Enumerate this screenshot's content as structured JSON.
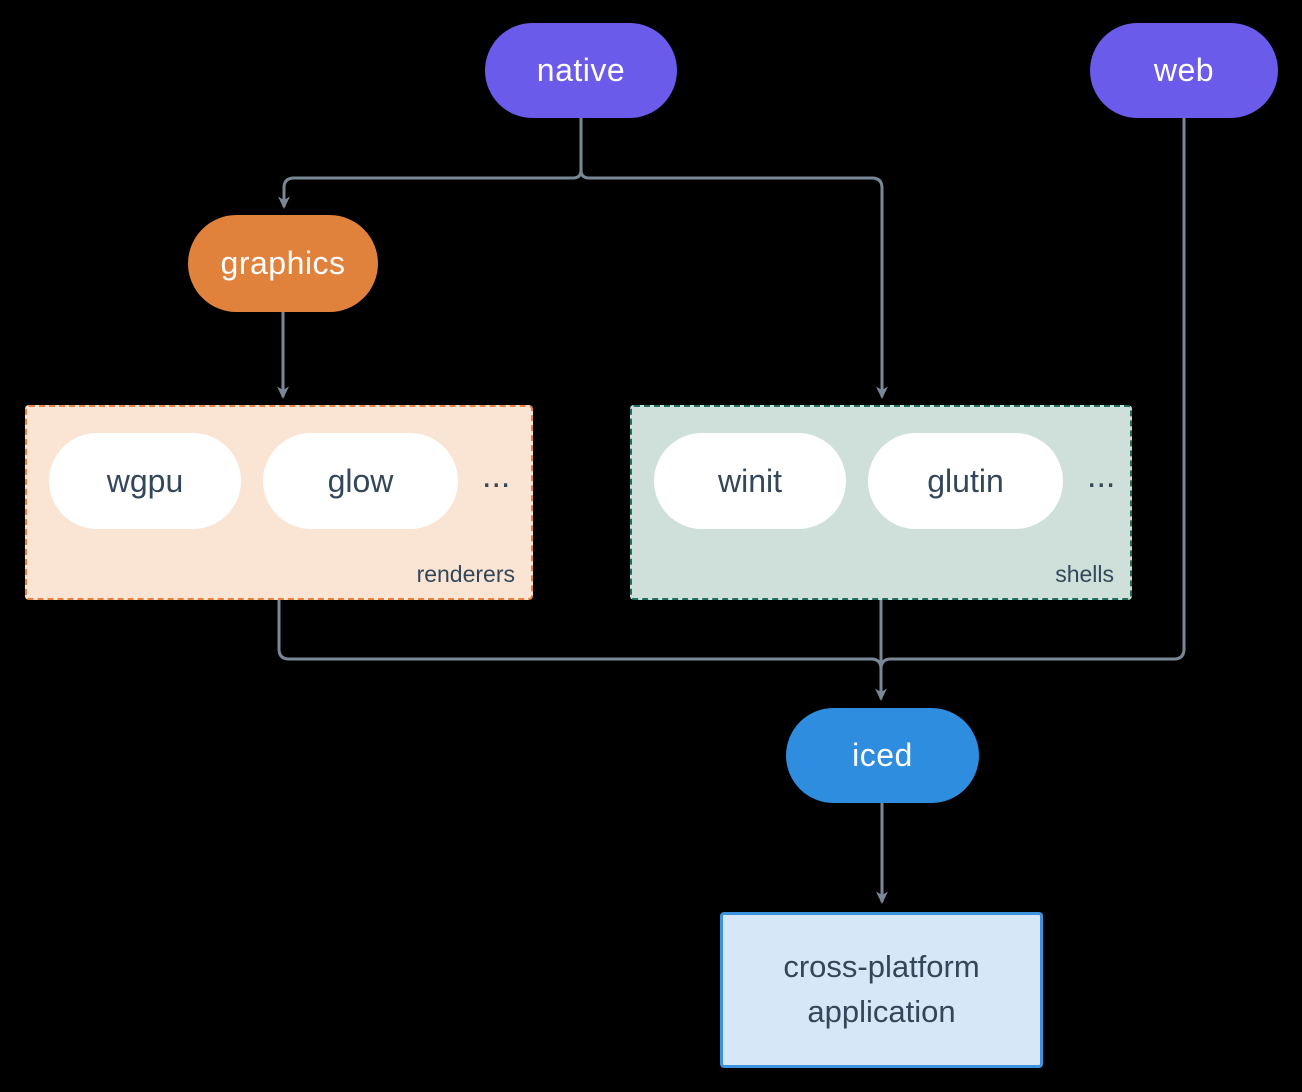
{
  "diagram": {
    "nodes": {
      "native": {
        "label": "native"
      },
      "web": {
        "label": "web"
      },
      "graphics": {
        "label": "graphics"
      },
      "iced": {
        "label": "iced"
      },
      "application": {
        "lines": [
          "cross-platform",
          "application"
        ]
      }
    },
    "groups": {
      "renderers": {
        "label": "renderers",
        "ellipsis": "...",
        "items": [
          "wgpu",
          "glow"
        ]
      },
      "shells": {
        "label": "shells",
        "ellipsis": "...",
        "items": [
          "winit",
          "glutin"
        ]
      }
    },
    "colors": {
      "background": "#000000",
      "platform_pill": "#6A5BEB",
      "graphics_pill": "#E0813C",
      "iced_pill": "#2E8DDE",
      "pill_text_light": "#FFFFFF",
      "text_dark": "#33475A",
      "renderers_bg": "#FAE4D3",
      "renderers_border": "#E8823D",
      "shells_bg": "#CFE0DA",
      "shells_border": "#1E6E5F",
      "app_bg": "#D6E8F8",
      "app_border": "#3E92DE",
      "connector": "#7A8796"
    }
  }
}
